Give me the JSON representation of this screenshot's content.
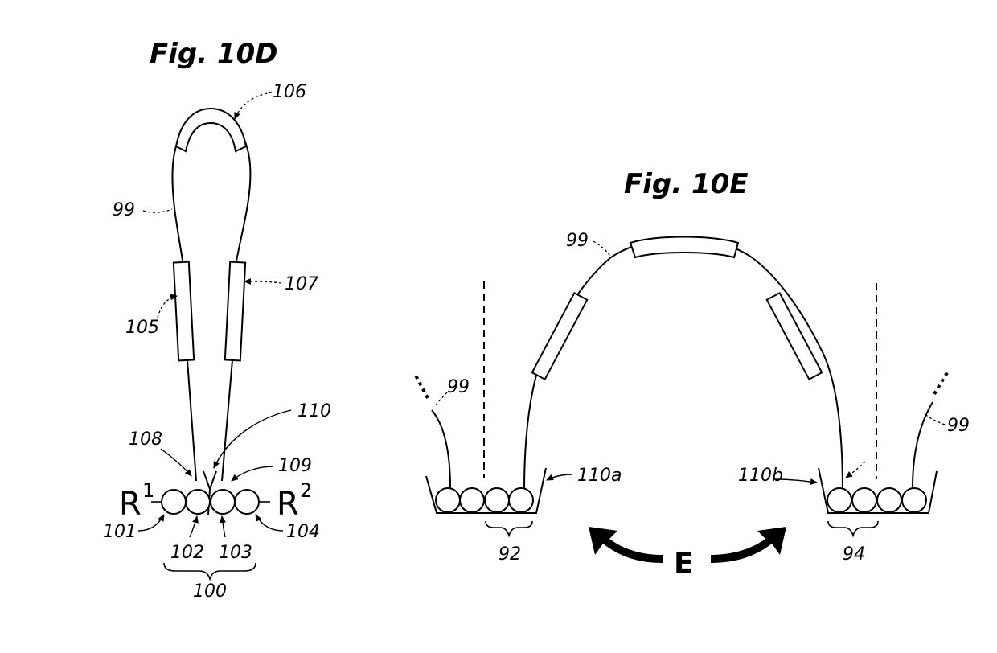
{
  "fig_d": {
    "title": "Fig. 10D",
    "labels": {
      "l106": "106",
      "l99": "99",
      "l107": "107",
      "l105": "105",
      "l110": "110",
      "l108": "108",
      "l109": "109",
      "R1": "R",
      "R1_sup": "1",
      "R2": "R",
      "R2_sup": "2",
      "l101": "101",
      "l102": "102",
      "l103": "103",
      "l104": "104",
      "l100": "100"
    }
  },
  "fig_e": {
    "title": "Fig. 10E",
    "labels": {
      "l99_top": "99",
      "l99_left": "99",
      "l99_right": "99",
      "l110a": "110a",
      "l110b": "110b",
      "l92": "92",
      "l94": "94",
      "E": "E"
    }
  }
}
